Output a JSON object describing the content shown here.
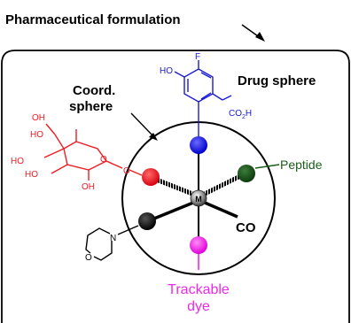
{
  "header": {
    "title": "Pharmaceutical formulation"
  },
  "labels": {
    "drug_sphere": "Drug sphere",
    "coord_line1": "Coord.",
    "coord_line2": "sphere",
    "metal": "M",
    "co": "CO",
    "peptide": "Peptide",
    "dye_line1": "Trackable",
    "dye_line2": "dye"
  },
  "atoms": {
    "fluorine": "F",
    "hydroxyl": "HO",
    "carboxyl_co": "CO",
    "carboxyl_sub": "2",
    "carboxyl_h": "H",
    "sugar_ho1": "HO",
    "sugar_ho2": "HO",
    "sugar_ho3": "HO",
    "sugar_oh1": "OH",
    "sugar_oh2": "OH",
    "sugar_o_ring": "O",
    "sugar_o_link": "O",
    "morph_n": "N",
    "morph_o": "O"
  },
  "colors": {
    "drug": "#1a1ad8",
    "sugar": "#ee1c24",
    "peptide": "#1a5c1a",
    "dye": "#ee2ae6",
    "morpholine": "#000000",
    "metal": "#8a8a8a"
  }
}
